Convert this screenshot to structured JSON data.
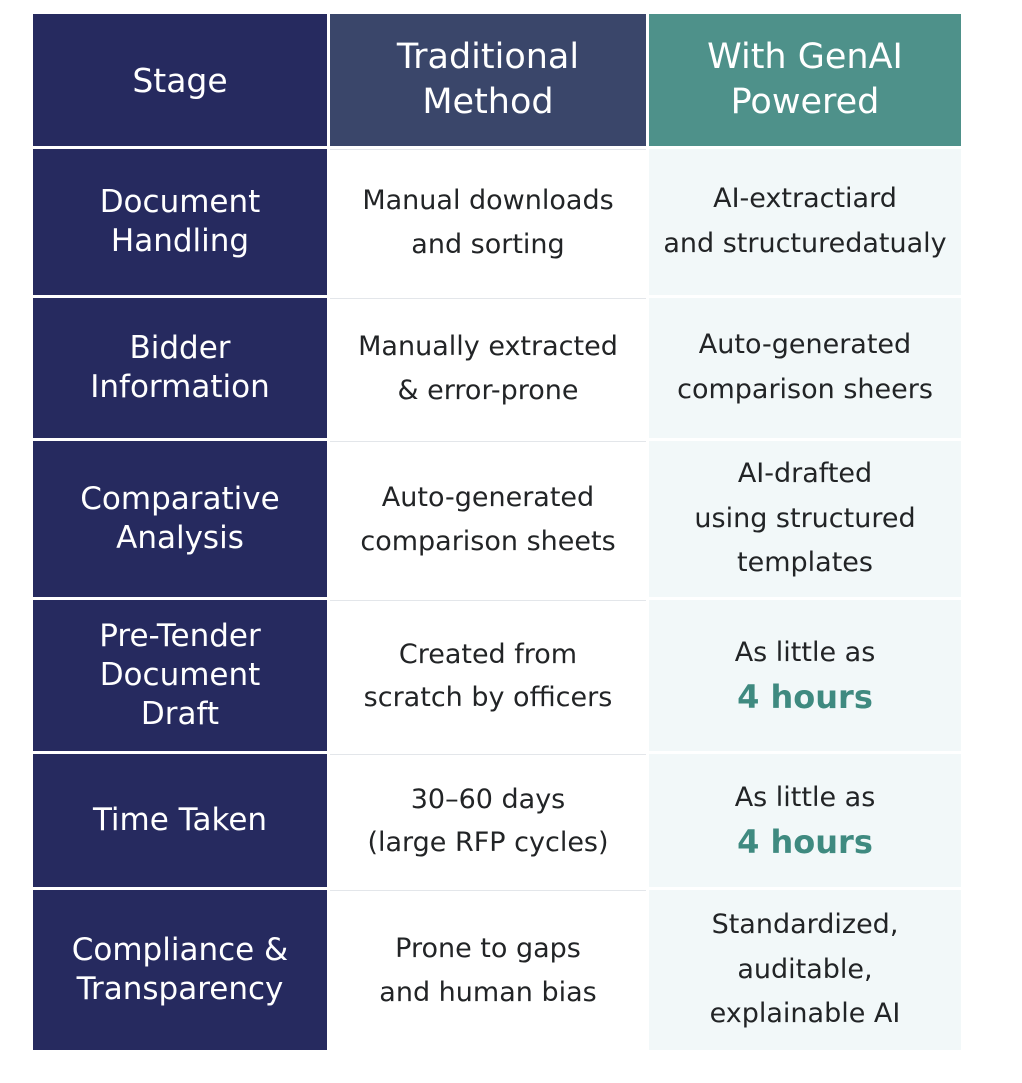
{
  "table": {
    "headers": {
      "stage": "Stage",
      "traditional": "Traditional\nMethod",
      "genai": "With GenAI\nPowered"
    },
    "rows": [
      {
        "stage": "Document\nHandling",
        "traditional": "Manual downloads\nand sorting",
        "genai": "AI-extractiard\nand structuredatualy",
        "genai_highlight": ""
      },
      {
        "stage": "Bidder\nInformation",
        "traditional": "Manually extracted\n& error-prone",
        "genai": "Auto-generated\ncomparison sheers",
        "genai_highlight": ""
      },
      {
        "stage": "Comparative\nAnalysis",
        "traditional": "Auto-generated\ncomparison sheets",
        "genai": "AI-drafted\nusing structured\ntemplates",
        "genai_highlight": ""
      },
      {
        "stage": "Pre-Tender\nDocument\nDraft",
        "traditional": "Created from\nscratch by officers",
        "genai": "As little as",
        "genai_highlight": "4 hours"
      },
      {
        "stage": "Time Taken",
        "traditional": "30–60 days\n(large RFP cycles)",
        "genai": "As little as",
        "genai_highlight": "4 hours"
      },
      {
        "stage": "Compliance &\nTransparency",
        "traditional": "Prone to gaps\nand human bias",
        "genai": "Standardized,\nauditable,\nexplainable AI",
        "genai_highlight": ""
      }
    ]
  },
  "colors": {
    "stage_bg": "#262a5f",
    "traditional_header_bg": "#3a466a",
    "genai_header_bg": "#4e918a",
    "highlight_text": "#3f8a80"
  }
}
